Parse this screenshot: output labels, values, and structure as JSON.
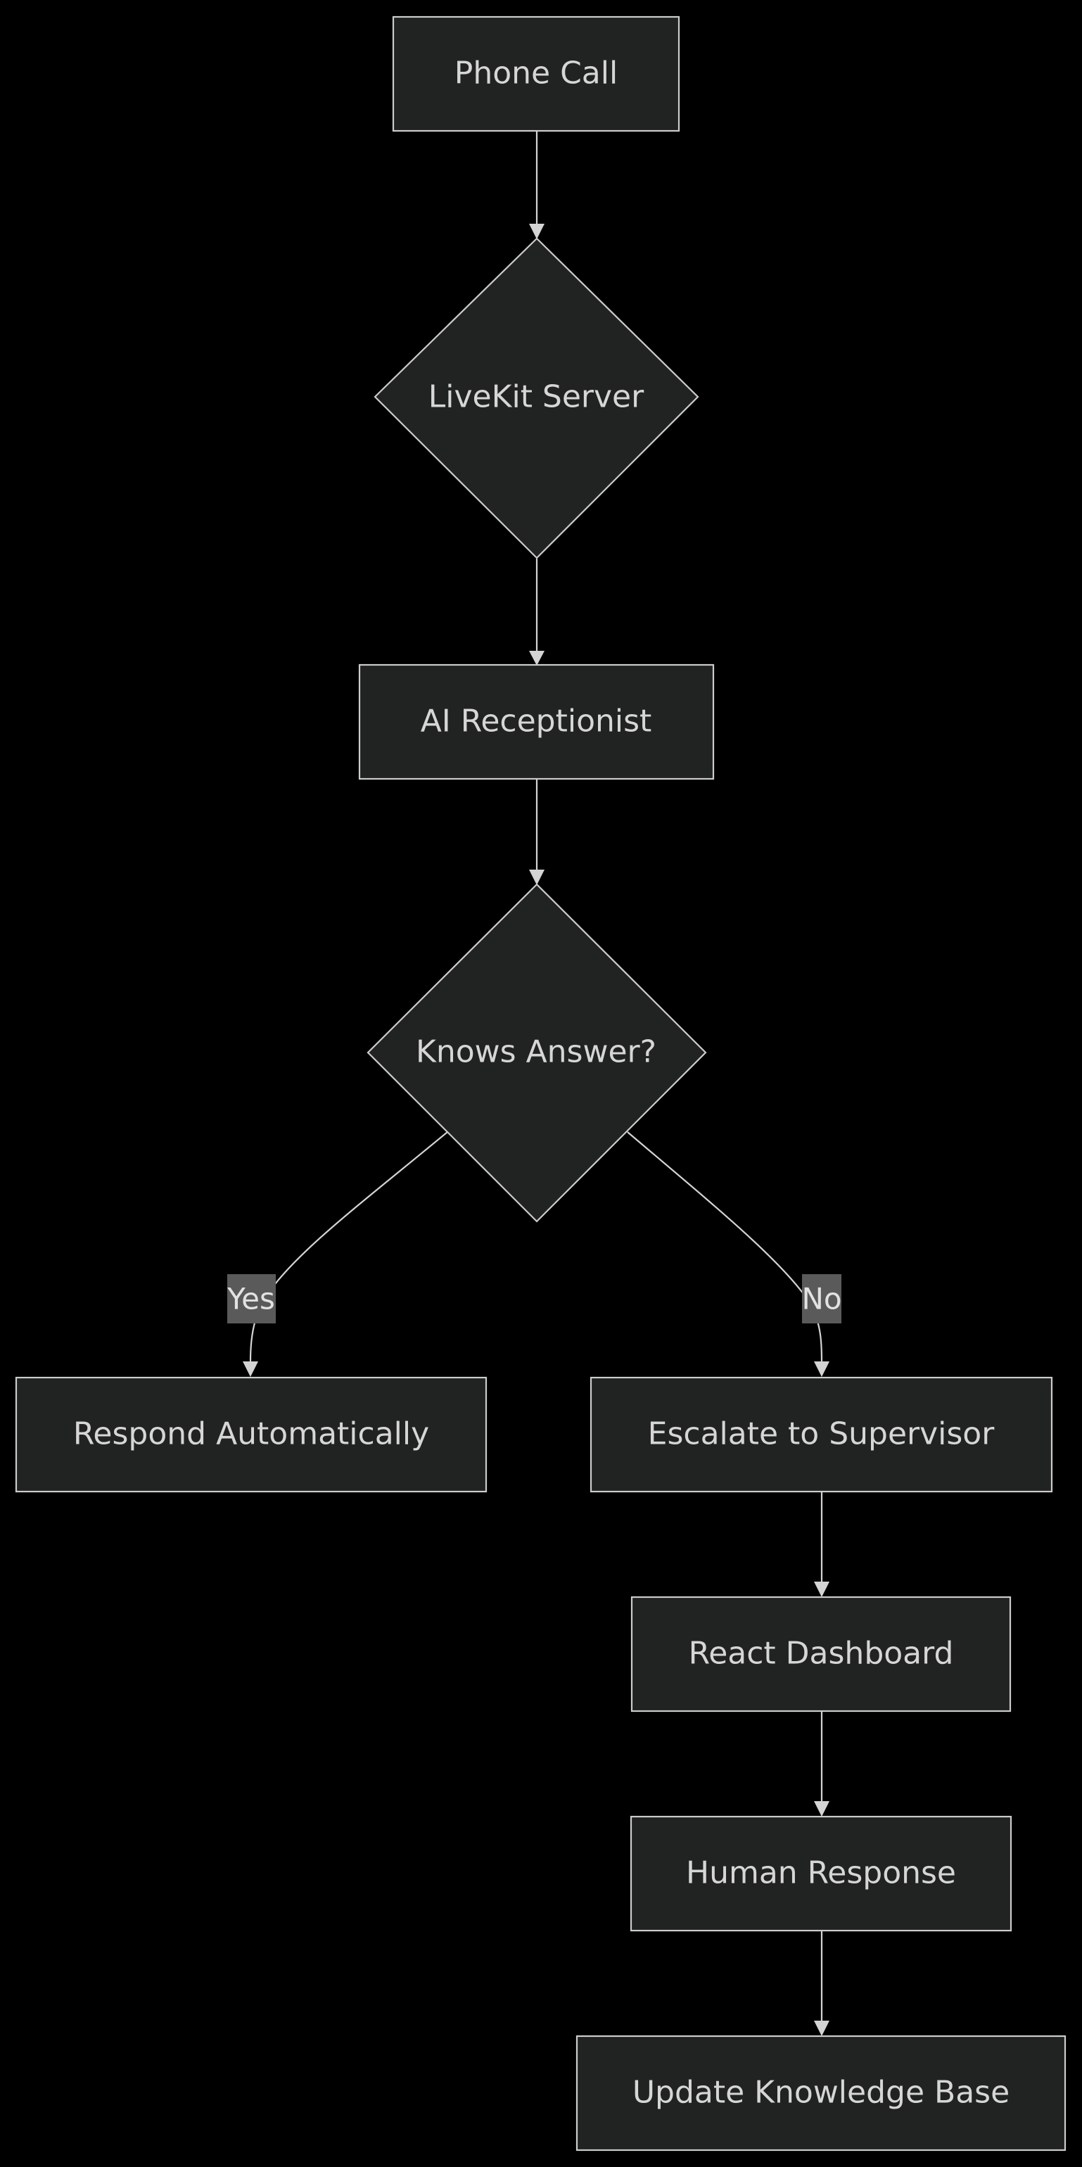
{
  "diagram": {
    "type": "flowchart",
    "colors": {
      "background": "#000000",
      "node_fill": "#212322",
      "node_stroke": "#cccccc",
      "edge": "#d4d4d4",
      "label_text": "#d6d6d6",
      "edge_label_fill": "#5a5a5a"
    },
    "nodes": {
      "phone_call": {
        "label": "Phone Call",
        "shape": "rectangle"
      },
      "livekit_server": {
        "label": "LiveKit Server",
        "shape": "diamond"
      },
      "ai_receptionist": {
        "label": "AI Receptionist",
        "shape": "rectangle"
      },
      "knows_answer": {
        "label": "Knows Answer?",
        "shape": "diamond"
      },
      "respond_automatically": {
        "label": "Respond Automatically",
        "shape": "rectangle"
      },
      "escalate_to_supervisor": {
        "label": "Escalate to Supervisor",
        "shape": "rectangle"
      },
      "react_dashboard": {
        "label": "React Dashboard",
        "shape": "rectangle"
      },
      "human_response": {
        "label": "Human Response",
        "shape": "rectangle"
      },
      "update_knowledge_base": {
        "label": "Update Knowledge Base",
        "shape": "rectangle"
      }
    },
    "edges": [
      {
        "from": "phone_call",
        "to": "livekit_server",
        "label": ""
      },
      {
        "from": "livekit_server",
        "to": "ai_receptionist",
        "label": ""
      },
      {
        "from": "ai_receptionist",
        "to": "knows_answer",
        "label": ""
      },
      {
        "from": "knows_answer",
        "to": "respond_automatically",
        "label": "Yes"
      },
      {
        "from": "knows_answer",
        "to": "escalate_to_supervisor",
        "label": "No"
      },
      {
        "from": "escalate_to_supervisor",
        "to": "react_dashboard",
        "label": ""
      },
      {
        "from": "react_dashboard",
        "to": "human_response",
        "label": ""
      },
      {
        "from": "human_response",
        "to": "update_knowledge_base",
        "label": ""
      }
    ],
    "edge_labels": {
      "yes": "Yes",
      "no": "No"
    }
  }
}
